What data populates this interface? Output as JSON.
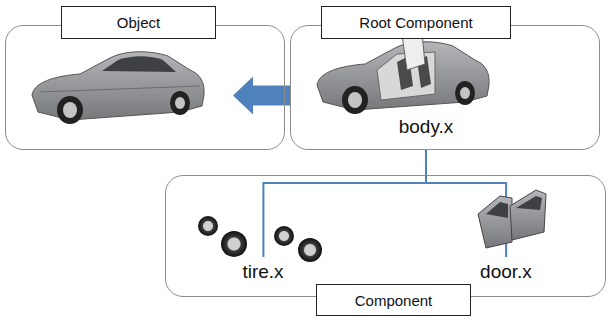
{
  "diagram": {
    "nodes": [
      {
        "text": [
          "Object"
        ]
      },
      {
        "text": [
          "Root Component",
          "body.x"
        ]
      },
      {
        "text": [
          "Component"
        ]
      },
      {
        "text": [
          "tire.x"
        ],
        "in": 2
      },
      {
        "text": [
          "door.x"
        ],
        "in": 2
      }
    ],
    "edges": [
      {
        "from": 1,
        "to": 0,
        "arrow": "to"
      },
      {
        "from": 1,
        "to": 3,
        "arrow": "none"
      },
      {
        "from": 1,
        "to": 4,
        "arrow": "none"
      }
    ]
  }
}
